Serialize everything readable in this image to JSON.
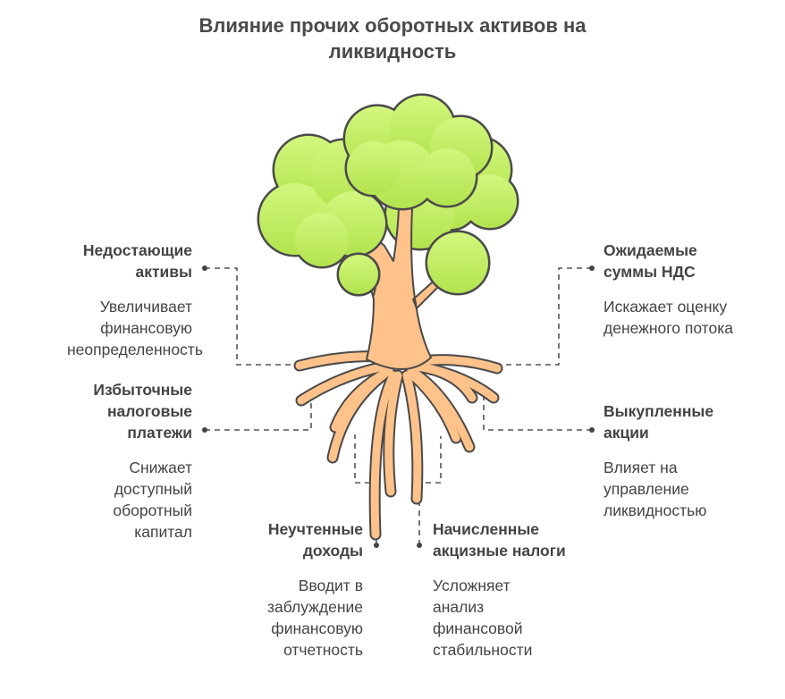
{
  "title": "Влияние прочих оборотных активов на ликвидность",
  "colors": {
    "foliage_top": "#d2f77e",
    "foliage_bottom": "#b3e34e",
    "trunk": "#ffc28a",
    "outline": "#4a4a4a"
  },
  "items": [
    {
      "title": "Недостающие активы",
      "text": "Увеличивает финансовую неопределенность"
    },
    {
      "title": "Избыточные налоговые платежи",
      "text": "Снижает доступный оборотный капитал"
    },
    {
      "title": "Неучтенные доходы",
      "text": "Вводит в заблуждение финансовую отчетность"
    },
    {
      "title": "Начисленные акцизные налоги",
      "text": "Усложняет анализ финансовой стабильности"
    },
    {
      "title": "Выкупленные акции",
      "text": "Влияет на управление ликвидностью"
    },
    {
      "title": "Ожидаемые суммы НДС",
      "text": "Искажает оценку денежного потока"
    }
  ]
}
